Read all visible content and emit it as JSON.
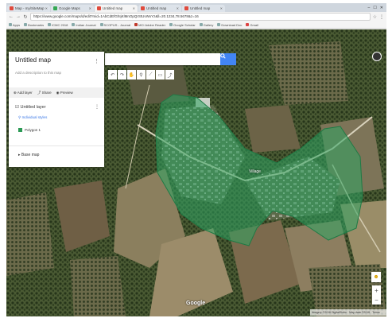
{
  "browser": {
    "tabs": [
      {
        "label": "Map - my/SiteMap",
        "color": "#e04a3c",
        "active": false
      },
      {
        "label": "Google Maps",
        "color": "#34a853",
        "active": false
      },
      {
        "label": "Untitled map",
        "color": "#e04a3c",
        "active": true
      },
      {
        "label": "Untitled map",
        "color": "#e04a3c",
        "active": false
      },
      {
        "label": "Untitled map",
        "color": "#e04a3c",
        "active": false
      }
    ],
    "url": "https://www.google.com/maps/d/edit?mid=1AbCdEfGhIjKlMnOpQrStUvWxYz&ll=20.1234,78.5678&z=16",
    "bookmarks": [
      "Apps",
      "Bookmarks",
      "ICMC 2018",
      "Indian Journal",
      "SCOPUS - Journal",
      "MCI Adobe Reader",
      "Google Scholar",
      "Gallery",
      "Download Doc",
      "Gmail"
    ]
  },
  "search": {
    "placeholder": ""
  },
  "toolbar": {
    "tools": [
      "undo-icon",
      "redo-icon",
      "hand-icon",
      "marker-icon",
      "line-icon",
      "ruler-icon",
      "directions-icon"
    ]
  },
  "panel": {
    "title": "Untitled map",
    "description": "Add a description to this map",
    "actions": [
      "Add layer",
      "Share",
      "Preview"
    ],
    "layer_title": "Untitled layer",
    "style_label": "Individual styles",
    "item_label": "Polygon 1",
    "base_label": "Base map"
  },
  "map": {
    "village_label": "Village",
    "google_label": "Google",
    "attribution": "Imagery ©2018 DigitalGlobe · Map data ©2018 · Terms",
    "polygon_color": "#2ea462"
  }
}
